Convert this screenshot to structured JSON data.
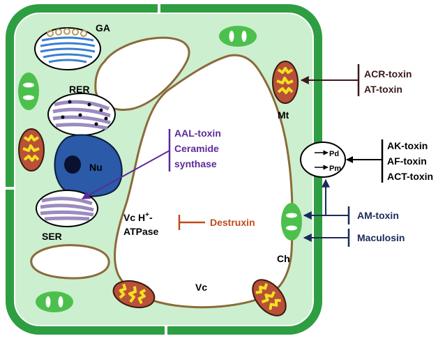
{
  "organelles": {
    "golgi": "GA",
    "rough_er": "RER",
    "nucleus": "Nu",
    "smooth_er": "SER",
    "mitochondrion": "Mt",
    "chloroplast": "Ch",
    "vacuole": "Vc",
    "plasmodesma": "Pd",
    "plasma_membrane": "Pm"
  },
  "vacuole_target": {
    "line1": "Vc H",
    "superscript": "+",
    "line1_suffix": "-",
    "line2": "ATPase"
  },
  "toxins": {
    "mitochondrial": [
      "ACR-toxin",
      "AT-toxin"
    ],
    "sphingolipid": [
      "AAL-toxin",
      "Ceramide",
      "synthase"
    ],
    "vacuolar": "Destruxin",
    "membrane": [
      "AK-toxin",
      "AF-toxin",
      "ACT-toxin"
    ],
    "chloroplast_1": "AM-toxin",
    "chloroplast_2": "Maculosin"
  },
  "colors": {
    "cell_wall": "#2e9e42",
    "cytoplasm": "#ccefcf",
    "membrane_outline": "#8b6a3a",
    "nucleus": "#2a5aa8",
    "mitochondrion": "#b8503a",
    "mito_cristae": "#f2e21e",
    "er": "#9b8bc0",
    "chloroplast": "#4cc04c",
    "purple_label": "#5b2a9a",
    "orange_label": "#c04a1a",
    "navy_label": "#1a2a5a",
    "brown_label": "#3a1a1a"
  }
}
